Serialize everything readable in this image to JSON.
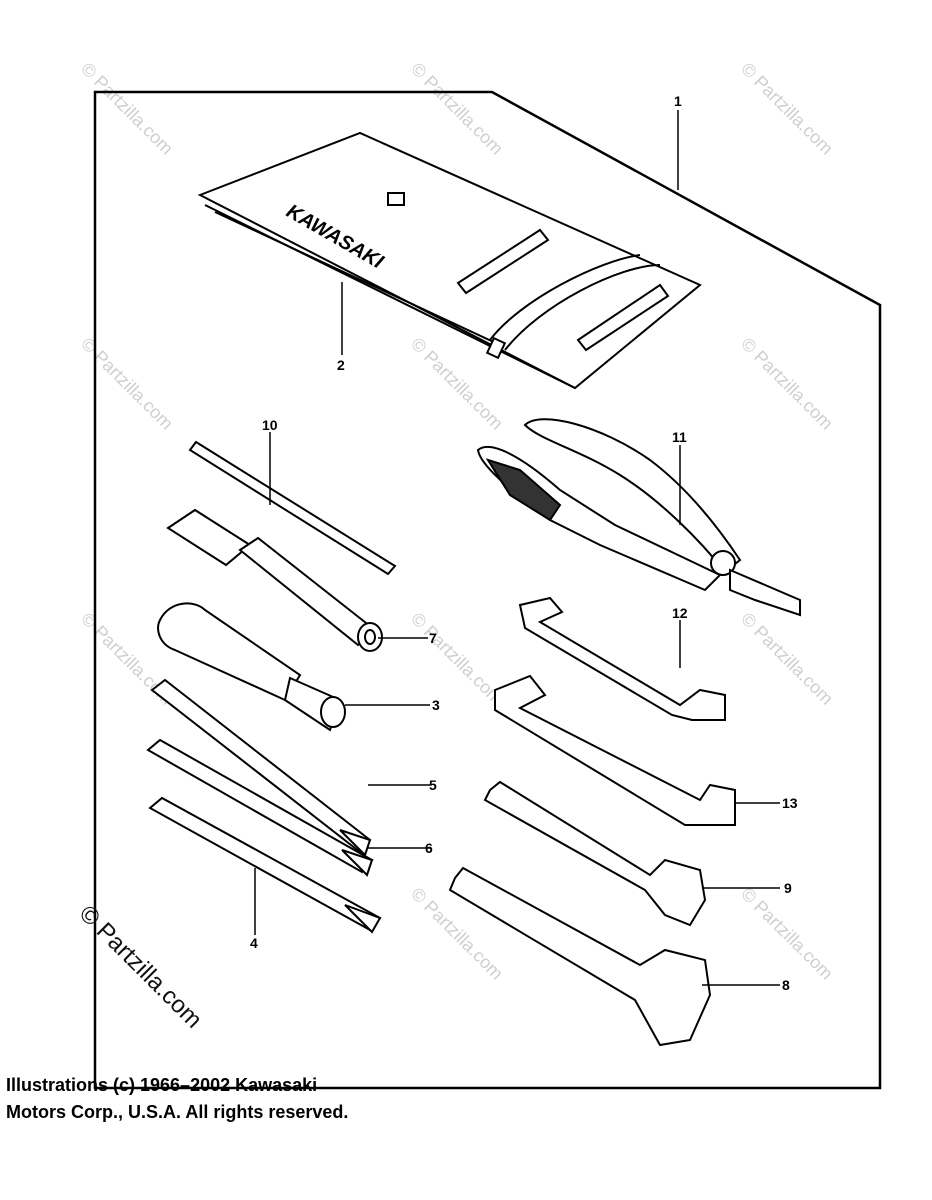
{
  "diagram": {
    "brand_text": "KAWASAKI",
    "callouts": [
      "1",
      "2",
      "3",
      "4",
      "5",
      "6",
      "7",
      "8",
      "9",
      "10",
      "11",
      "12",
      "13"
    ],
    "watermark": "© Partzilla.com"
  },
  "footer": {
    "line1": "Illustrations (c) 1966–2002 Kawasaki",
    "line2": "Motors Corp., U.S.A.  All rights reserved."
  }
}
